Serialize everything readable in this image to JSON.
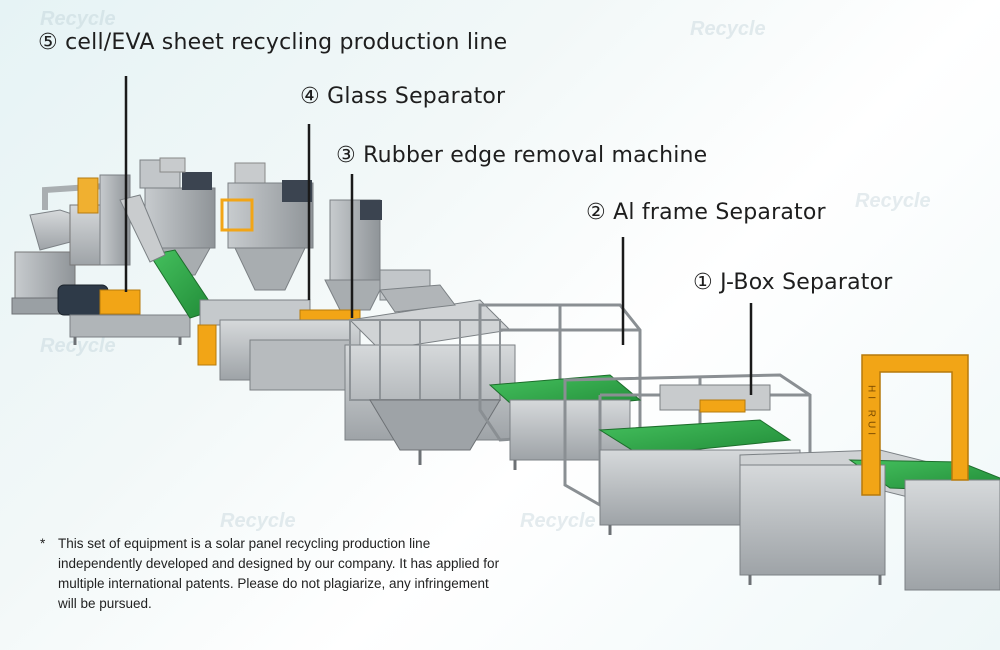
{
  "labels": [
    {
      "num": "⑤",
      "text": "cell/EVA sheet recycling production line"
    },
    {
      "num": "④",
      "text": "Glass Separator"
    },
    {
      "num": "③",
      "text": "Rubber edge removal machine"
    },
    {
      "num": "②",
      "text": "Al frame Separator"
    },
    {
      "num": "①",
      "text": "J-Box Separator"
    }
  ],
  "note": {
    "marker": "*",
    "text": "This set of equipment is a solar panel recycling production line independently developed and designed by our company. It has applied for multiple international patents. Please do not plagiarize, any infringement will be pursued."
  },
  "watermark": "Recycle",
  "frame_label": "HI RUI",
  "colors": {
    "machine": "#b9bdc0",
    "machine_dark": "#8e9397",
    "conveyor": "#2fa84a",
    "accent": "#f2a516",
    "callout_line": "#1a1a1a"
  }
}
